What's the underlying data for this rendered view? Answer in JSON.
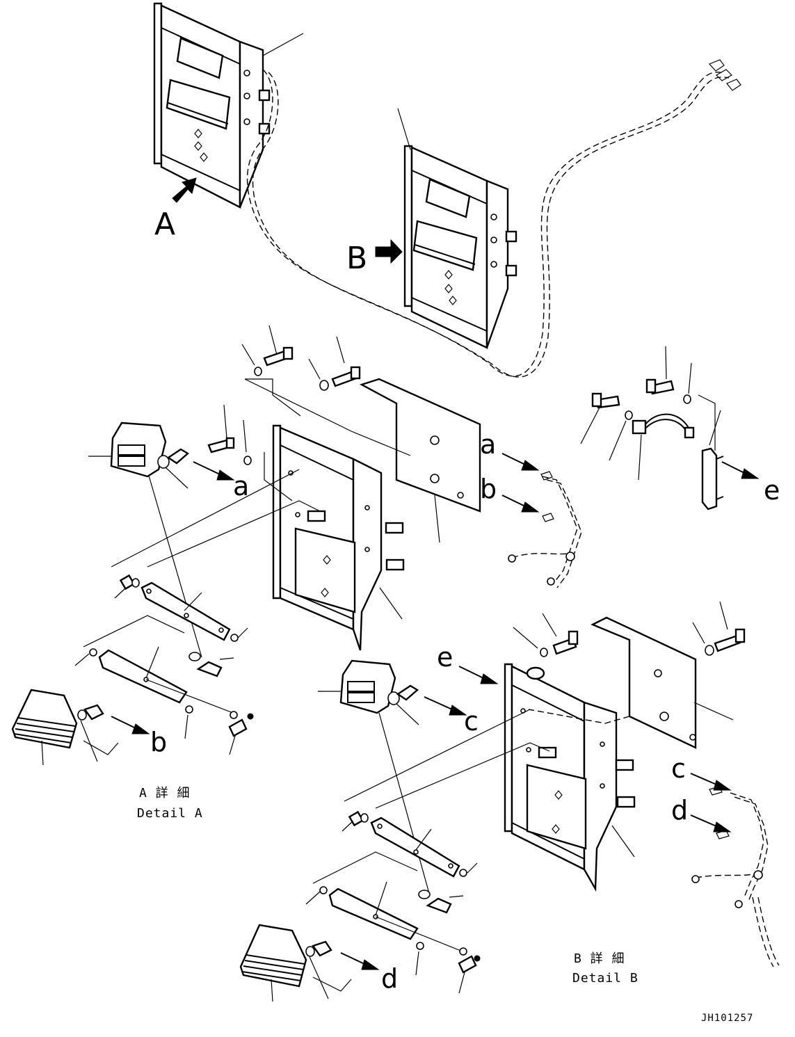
{
  "diagram": {
    "view_labels": {
      "view_a": "A",
      "view_b": "B"
    },
    "connector_labels": {
      "a": "a",
      "b": "b",
      "c": "c",
      "d": "d",
      "e": "e"
    },
    "detail_a": {
      "japanese": "A 詳 細",
      "english": "Detail A"
    },
    "detail_b": {
      "japanese": "B 詳 細",
      "english": "Detail B"
    },
    "drawing_code": "JH101257"
  }
}
